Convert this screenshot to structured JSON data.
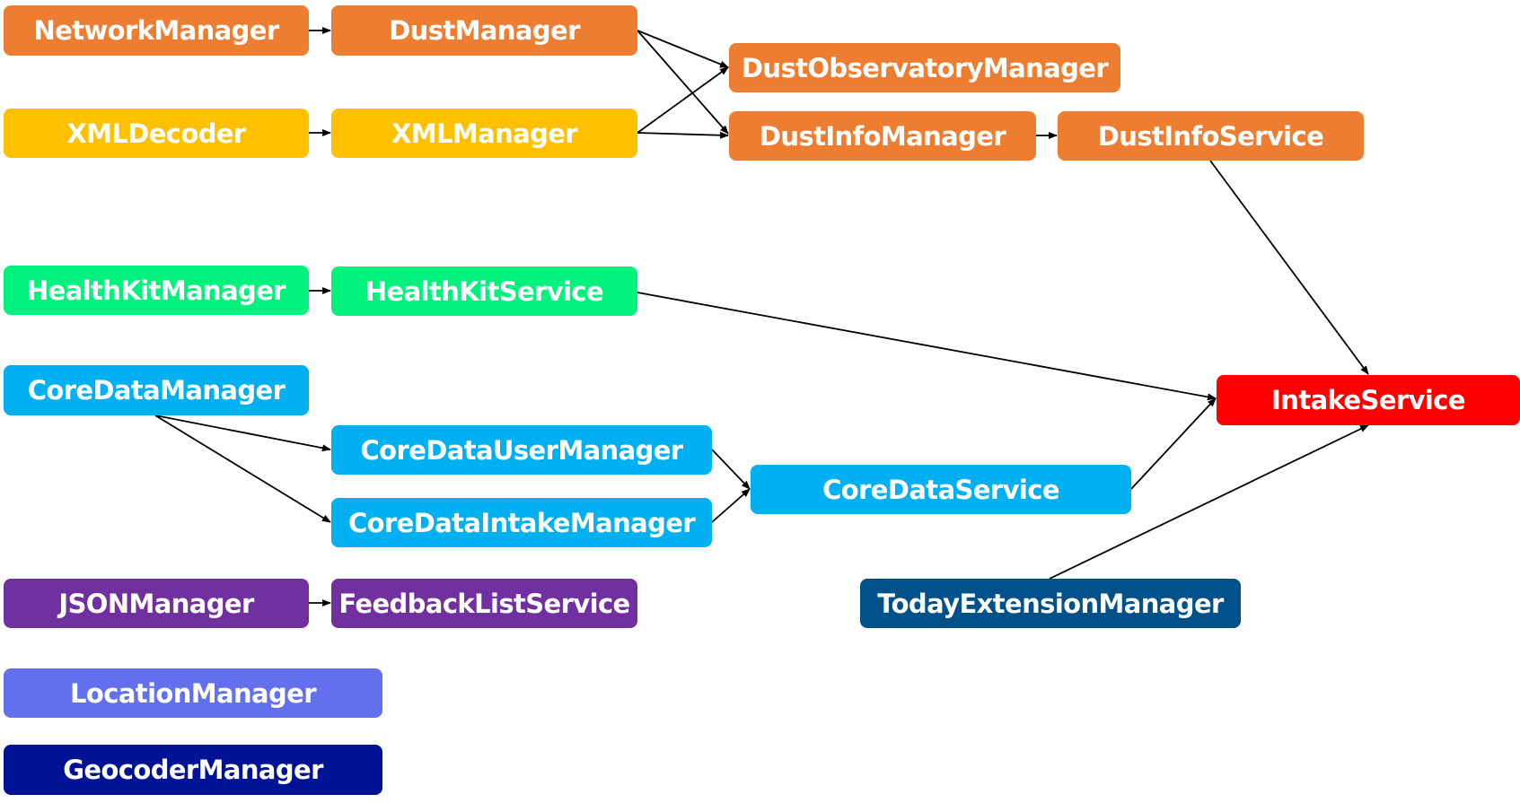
{
  "diagram": {
    "nodes": [
      {
        "id": "n-network",
        "label": "NetworkManager",
        "color": "#ED7D31"
      },
      {
        "id": "n-dust",
        "label": "DustManager",
        "color": "#ED7D31"
      },
      {
        "id": "n-dustobs",
        "label": "DustObservatoryManager",
        "color": "#ED7D31"
      },
      {
        "id": "n-xmldecoder",
        "label": "XMLDecoder",
        "color": "#FFC000"
      },
      {
        "id": "n-xmlmanager",
        "label": "XMLManager",
        "color": "#FFC000"
      },
      {
        "id": "n-dustinfo",
        "label": "DustInfoManager",
        "color": "#ED7D31"
      },
      {
        "id": "n-dustinfosvc",
        "label": "DustInfoService",
        "color": "#ED7D31"
      },
      {
        "id": "n-hkmanager",
        "label": "HealthKitManager",
        "color": "#00F27C"
      },
      {
        "id": "n-hkservice",
        "label": "HealthKitService",
        "color": "#00F27C"
      },
      {
        "id": "n-intake",
        "label": "IntakeService",
        "color": "#FF0000"
      },
      {
        "id": "n-cdmanager",
        "label": "CoreDataManager",
        "color": "#00B0F0"
      },
      {
        "id": "n-cduser",
        "label": "CoreDataUserManager",
        "color": "#00B0F0"
      },
      {
        "id": "n-cdservice",
        "label": "CoreDataService",
        "color": "#00B0F0"
      },
      {
        "id": "n-cdintake",
        "label": "CoreDataIntakeManager",
        "color": "#00B0F0"
      },
      {
        "id": "n-json",
        "label": "JSONManager",
        "color": "#7030A0"
      },
      {
        "id": "n-feedback",
        "label": "FeedbackListService",
        "color": "#7030A0"
      },
      {
        "id": "n-today",
        "label": "TodayExtensionManager",
        "color": "#00508A"
      },
      {
        "id": "n-location",
        "label": "LocationManager",
        "color": "#6270ED"
      },
      {
        "id": "n-geocoder",
        "label": "GeocoderManager",
        "color": "#001394"
      }
    ],
    "edges": [
      {
        "from": "n-network",
        "to": "n-dust"
      },
      {
        "from": "n-dust",
        "to": "n-dustobs"
      },
      {
        "from": "n-dust",
        "to": "n-dustinfo"
      },
      {
        "from": "n-xmldecoder",
        "to": "n-xmlmanager"
      },
      {
        "from": "n-xmlmanager",
        "to": "n-dustobs"
      },
      {
        "from": "n-xmlmanager",
        "to": "n-dustinfo"
      },
      {
        "from": "n-dustinfo",
        "to": "n-dustinfosvc"
      },
      {
        "from": "n-dustinfosvc",
        "to": "n-intake"
      },
      {
        "from": "n-hkmanager",
        "to": "n-hkservice"
      },
      {
        "from": "n-hkservice",
        "to": "n-intake"
      },
      {
        "from": "n-cdmanager",
        "to": "n-cduser"
      },
      {
        "from": "n-cdmanager",
        "to": "n-cdintake"
      },
      {
        "from": "n-cduser",
        "to": "n-cdservice"
      },
      {
        "from": "n-cdintake",
        "to": "n-cdservice"
      },
      {
        "from": "n-cdservice",
        "to": "n-intake"
      },
      {
        "from": "n-today",
        "to": "n-intake"
      },
      {
        "from": "n-json",
        "to": "n-feedback"
      }
    ]
  }
}
